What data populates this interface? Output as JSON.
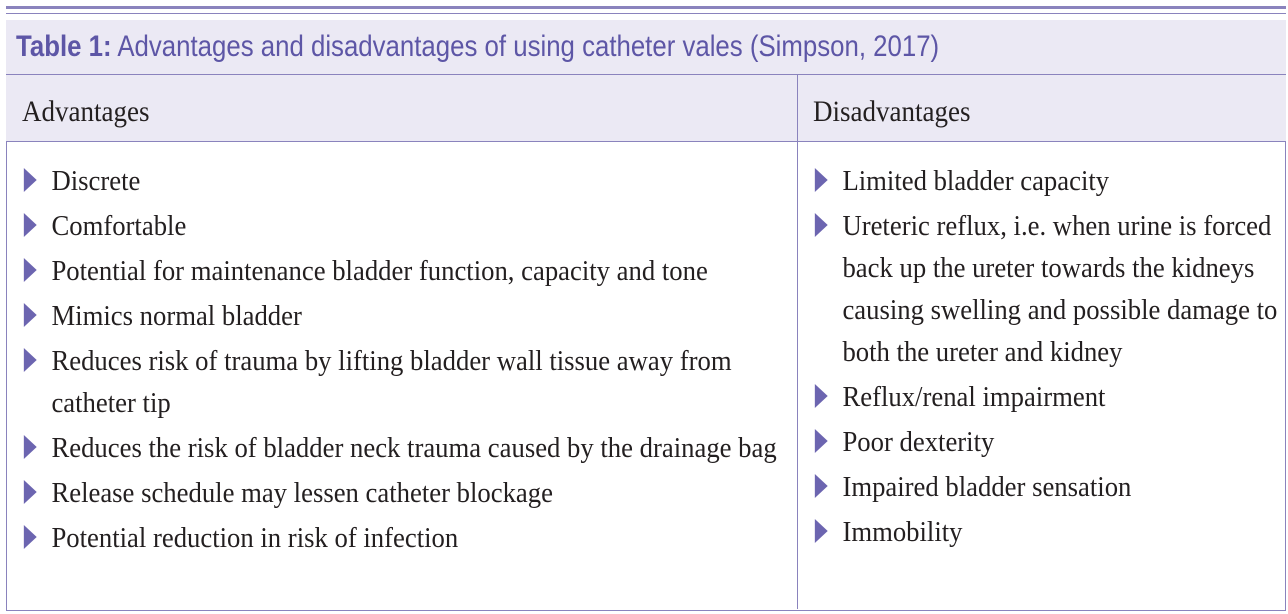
{
  "table": {
    "label": "Table 1:",
    "caption": " Advantages and disadvantages of using catheter vales (Simpson, 2017)"
  },
  "columns": {
    "advantages": {
      "header": "Advantages",
      "items": [
        "Discrete",
        "Comfortable",
        "Potential for maintenance bladder function, capacity and tone",
        "Mimics normal bladder",
        "Reduces risk of trauma by lifting bladder wall tissue away from catheter tip",
        "Reduces the risk of bladder neck trauma caused by the drainage bag",
        "Release schedule may lessen catheter blockage",
        "Potential reduction in risk of infection"
      ]
    },
    "disadvantages": {
      "header": "Disadvantages",
      "items": [
        "Limited bladder capacity",
        "Ureteric reflux, i.e. when urine is forced back up the ureter towards the kidneys causing swelling and possible damage to both the ureter and kidney",
        "Reflux/renal impairment",
        "Poor dexterity",
        "Impaired bladder sensation",
        "Immobility"
      ]
    }
  },
  "icons": {
    "bullet": "triangle-right-icon"
  },
  "colors": {
    "accent": "#5d56a6",
    "rule": "#8a83bd",
    "band": "#ebe9f4",
    "bullet": "#6c65b0",
    "text": "#231f20"
  }
}
